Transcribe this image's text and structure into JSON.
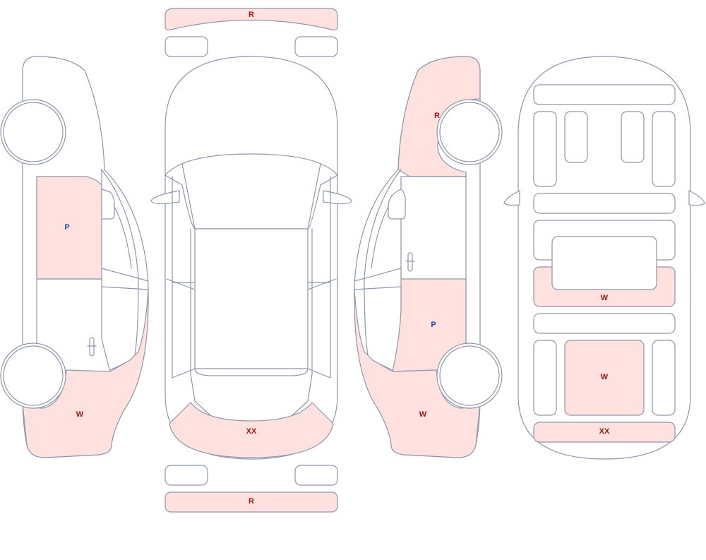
{
  "labels": {
    "top_bumper": "R",
    "rear_bumper": "R",
    "rear_windshield": "XX",
    "left_rear_door": "P",
    "left_front_fender": "W",
    "right_rear_fender": "R",
    "right_front_door": "P",
    "right_front_fender": "W",
    "roof_middle": "W",
    "floor_rear": "W",
    "floor_front": "XX"
  },
  "colors": {
    "damage_fill": "#ffe2df",
    "outline": "#8d96ab",
    "label_red": "#a31515",
    "label_blue": "#1f3fb3"
  }
}
